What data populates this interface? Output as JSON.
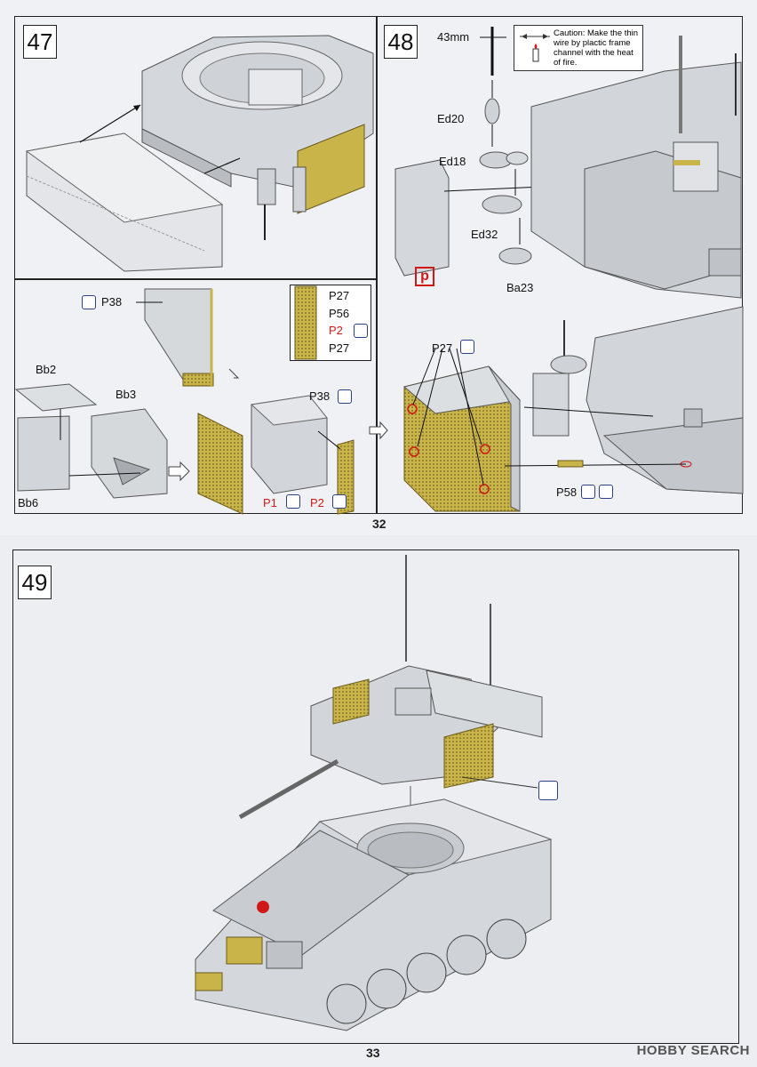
{
  "steps": {
    "s47": "47",
    "s48": "48",
    "s49": "49"
  },
  "parts": {
    "p38a": "P38",
    "p27a": "P27",
    "p56": "P56",
    "p2a": "P2",
    "p27b": "P27",
    "bb2": "Bb2",
    "bb3": "Bb3",
    "bb6": "Bb6",
    "p38b": "P38",
    "p1": "P1",
    "p2b": "P2",
    "mm43": "43mm",
    "ed20": "Ed20",
    "ed18": "Ed18",
    "ed32": "Ed32",
    "ba23": "Ba23",
    "p27c": "P27",
    "p58": "P58"
  },
  "caution": {
    "text": "Caution: Make the thin wire by plactic frame channel with the heat of fire."
  },
  "marker_p": "p",
  "page_numbers": {
    "top": "32",
    "bottom": "33"
  },
  "watermark": "HOBBY SEARCH",
  "colors": {
    "photo_etch": "#c9b44a",
    "highlight_red": "#d01818",
    "icon_blue": "#2a3f86",
    "model_gray": "#cfd2d6"
  }
}
